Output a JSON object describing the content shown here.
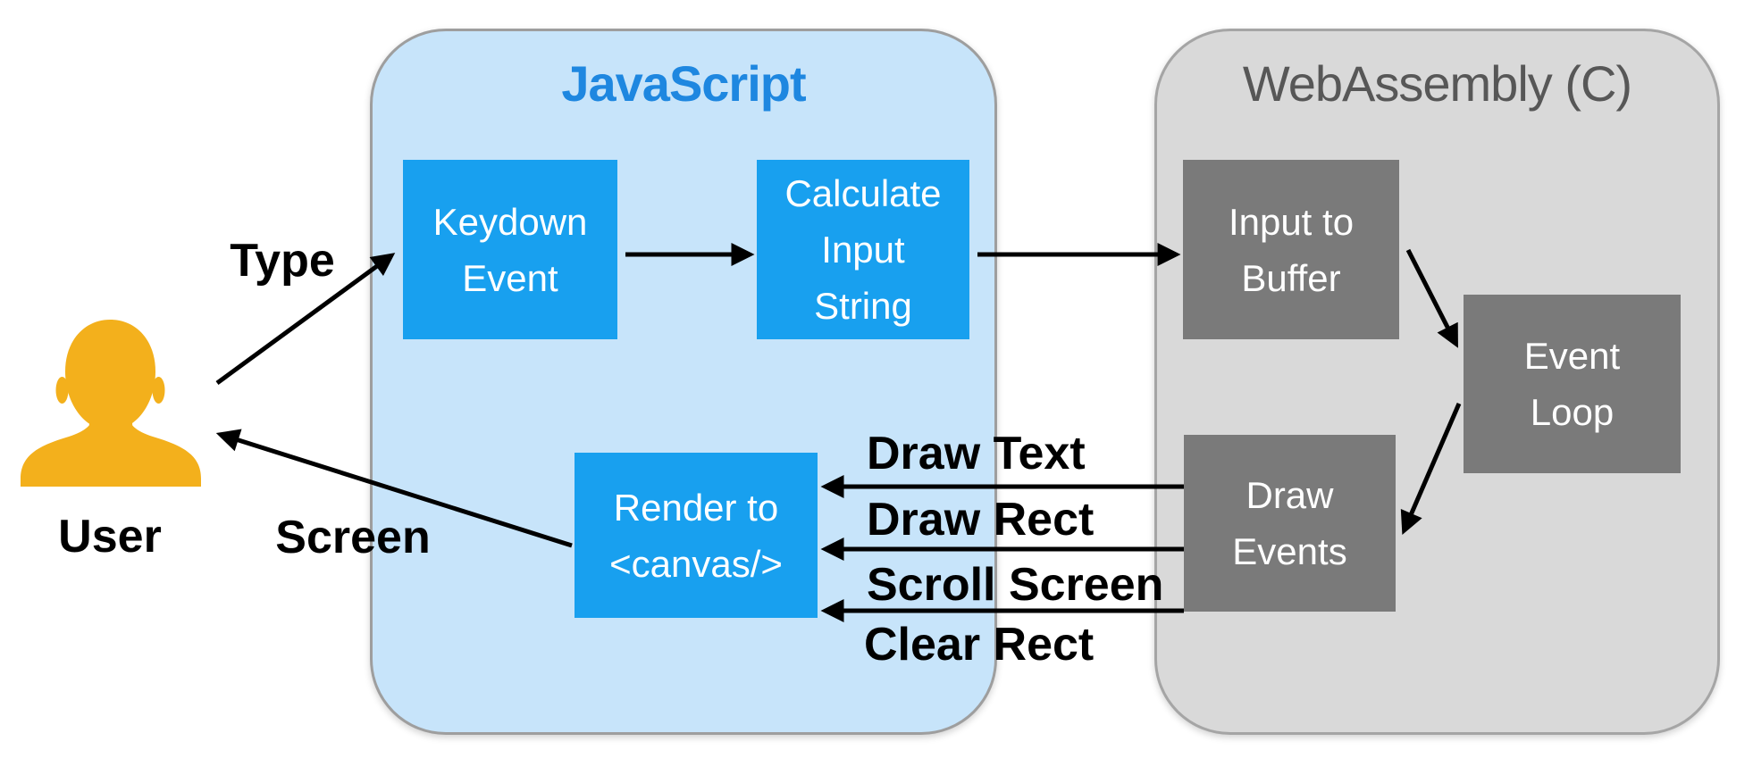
{
  "diagram": {
    "user": {
      "label": "User"
    },
    "containers": {
      "javascript": {
        "title": "JavaScript",
        "title_color": "#1e87e0",
        "fill": "#c7e4fa",
        "border": "#9e9e9e"
      },
      "wasm": {
        "title": "WebAssembly (C)",
        "title_color": "#575757",
        "fill": "#d9d9d9",
        "border": "#a5a5a5"
      }
    },
    "nodes": {
      "keydown": {
        "lines": [
          "Keydown",
          "Event"
        ],
        "fill": "#18a0ef"
      },
      "calculate": {
        "lines": [
          "Calculate",
          "Input",
          "String"
        ],
        "fill": "#18a0ef"
      },
      "render": {
        "lines": [
          "Render to",
          "<canvas/>"
        ],
        "fill": "#18a0ef"
      },
      "input_buffer": {
        "lines": [
          "Input to",
          "Buffer"
        ],
        "fill": "#7a7a7a"
      },
      "event_loop": {
        "lines": [
          "Event",
          "Loop"
        ],
        "fill": "#7a7a7a"
      },
      "draw_events": {
        "lines": [
          "Draw",
          "Events"
        ],
        "fill": "#7a7a7a"
      }
    },
    "edge_labels": {
      "type": "Type",
      "user": "User",
      "screen": "Screen",
      "draw_text": "Draw Text",
      "draw_rect": "Draw Rect",
      "scroll_screen": "Scroll Screen",
      "clear_rect": "Clear Rect"
    },
    "colors": {
      "arrow": "#000000",
      "user_icon": "#f3b01c",
      "node_text": "#ffffff",
      "label_text": "#000000"
    }
  }
}
